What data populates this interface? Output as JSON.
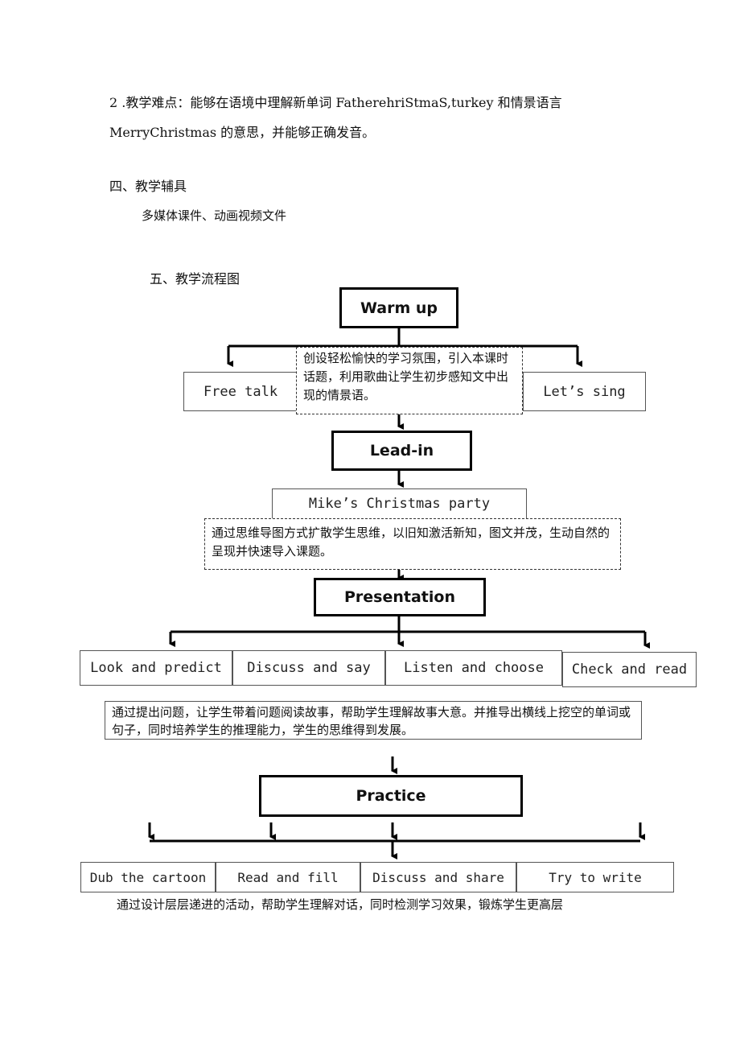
{
  "text": {
    "line1": "2 .教学难点：能够在语境中理解新单词 FatherehriStmaS,turkey 和情景语言",
    "line2": "MerryChristmas 的意思，并能够正确发音。",
    "section4_heading": "四、教学辅具",
    "section4_body": "多媒体课件、动画视频文件",
    "section5_heading": "五、教学流程图"
  },
  "flow": {
    "warmup": {
      "title": "Warm up",
      "activities": [
        "Free talk",
        "Let’s sing"
      ],
      "note": "创设轻松愉快的学习氛围，引入本课时话题，利用歌曲让学生初步感知文中出现的情景语。"
    },
    "leadin": {
      "title": "Lead-in",
      "activity": "Mike’s Christmas party",
      "note": "通过思维导图方式扩散学生思维，以旧知激活新知，图文并茂，生动自然的呈现并快速导入课题。"
    },
    "presentation": {
      "title": "Presentation",
      "activities": [
        "Look and predict",
        "Discuss and say",
        "Listen and choose",
        "Check and read"
      ],
      "note": "通过提出问题，让学生带着问题阅读故事，帮助学生理解故事大意。并推导出横线上挖空的单词或句子，同时培养学生的推理能力，学生的思维得到发展。"
    },
    "practice": {
      "title": "Practice",
      "activities": [
        "Dub the cartoon",
        "Read and fill",
        "Discuss and share",
        "Try to write"
      ],
      "note": "通过设计层层递进的活动，帮助学生理解对话，同时检测学习效果，锻炼学生更高层"
    }
  }
}
